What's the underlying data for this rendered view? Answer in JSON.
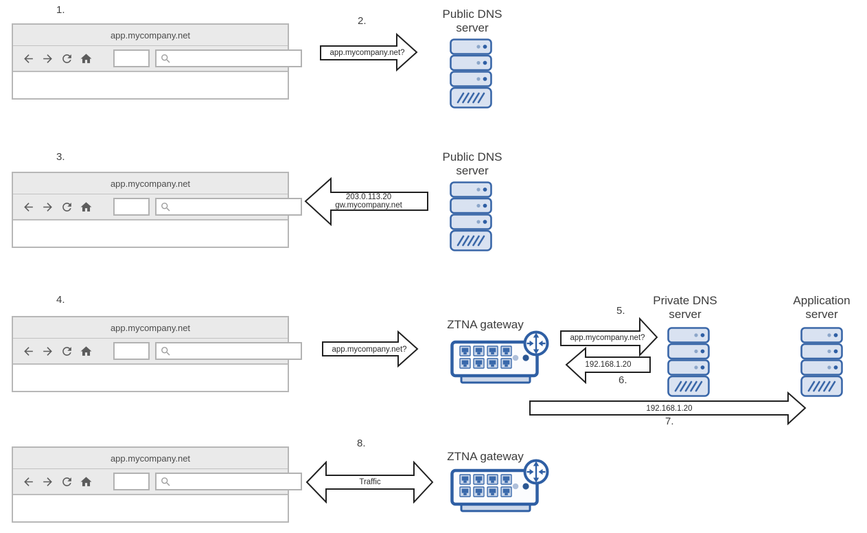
{
  "step_labels": {
    "s1": "1.",
    "s2": "2.",
    "s3": "3.",
    "s4": "4.",
    "s5": "5.",
    "s6": "6.",
    "s7": "7.",
    "s8": "8."
  },
  "browsers": [
    {
      "url": "app.mycompany.net"
    },
    {
      "url": "app.mycompany.net"
    },
    {
      "url": "app.mycompany.net"
    },
    {
      "url": "app.mycompany.net"
    }
  ],
  "nodes": {
    "public_dns_row1": {
      "line1": "Public DNS",
      "line2": "server"
    },
    "public_dns_row2": {
      "line1": "Public DNS",
      "line2": "server"
    },
    "ztna_gateway_row3": {
      "label": "ZTNA gateway"
    },
    "private_dns": {
      "line1": "Private DNS",
      "line2": "server"
    },
    "application_server": {
      "line1": "Application",
      "line2": "server"
    },
    "ztna_gateway_row4": {
      "label": "ZTNA gateway"
    }
  },
  "arrows": {
    "step2_dns_query": {
      "label": "app.mycompany.net?",
      "direction": "right"
    },
    "step3_dns_response": {
      "line1": "203.0.113.20",
      "line2": "gw.mycompany.net",
      "direction": "left"
    },
    "step4_dns_query": {
      "label": "app.mycompany.net?",
      "direction": "right"
    },
    "step5_dns_query": {
      "label": "app.mycompany.net?",
      "direction": "right"
    },
    "step6_dns_response": {
      "label": "192.168.1.20",
      "direction": "left"
    },
    "step7_connection": {
      "label": "192.168.1.20",
      "direction": "right"
    },
    "step8_traffic": {
      "label": "Traffic",
      "direction": "both"
    }
  },
  "icons": {
    "browser_toolbar": [
      "back-icon",
      "forward-icon",
      "refresh-icon",
      "home-icon",
      "search-icon"
    ],
    "server_icon": "rack-server-icon",
    "gateway_icon": "network-switch-router-badge-icon"
  },
  "colors": {
    "diagram_blue_stroke": "#2f5fa4",
    "server_fill": "#d9e2f1",
    "port_fill": "#c8d5e9",
    "arrow_outline": "#212121",
    "browser_chrome_fill": "#eaeaea",
    "browser_border": "#b7b7b7",
    "label_text": "#3c3c3c"
  }
}
